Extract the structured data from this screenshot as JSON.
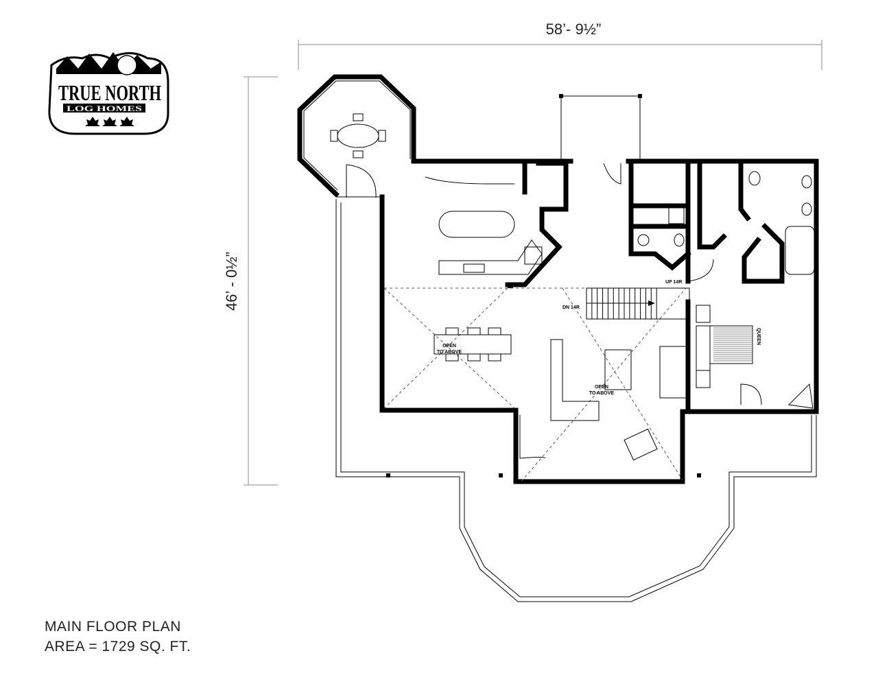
{
  "logo": {
    "name": "TRUE NORTH",
    "sub": "LOG HOMES"
  },
  "dimensions": {
    "width": "58’- 9½”",
    "depth": "46’ - 0½”"
  },
  "labels": {
    "open_above_dining": [
      "OPEN",
      "TO ABOVE"
    ],
    "open_above_living": [
      "OPEN",
      "TO ABOVE"
    ],
    "stairs_up": "UP 14R",
    "stairs_down": "DN 14R",
    "bed": "QUEEN"
  },
  "title": {
    "line1": "MAIN FLOOR PLAN",
    "line2": "AREA = 1729 SQ. FT."
  }
}
